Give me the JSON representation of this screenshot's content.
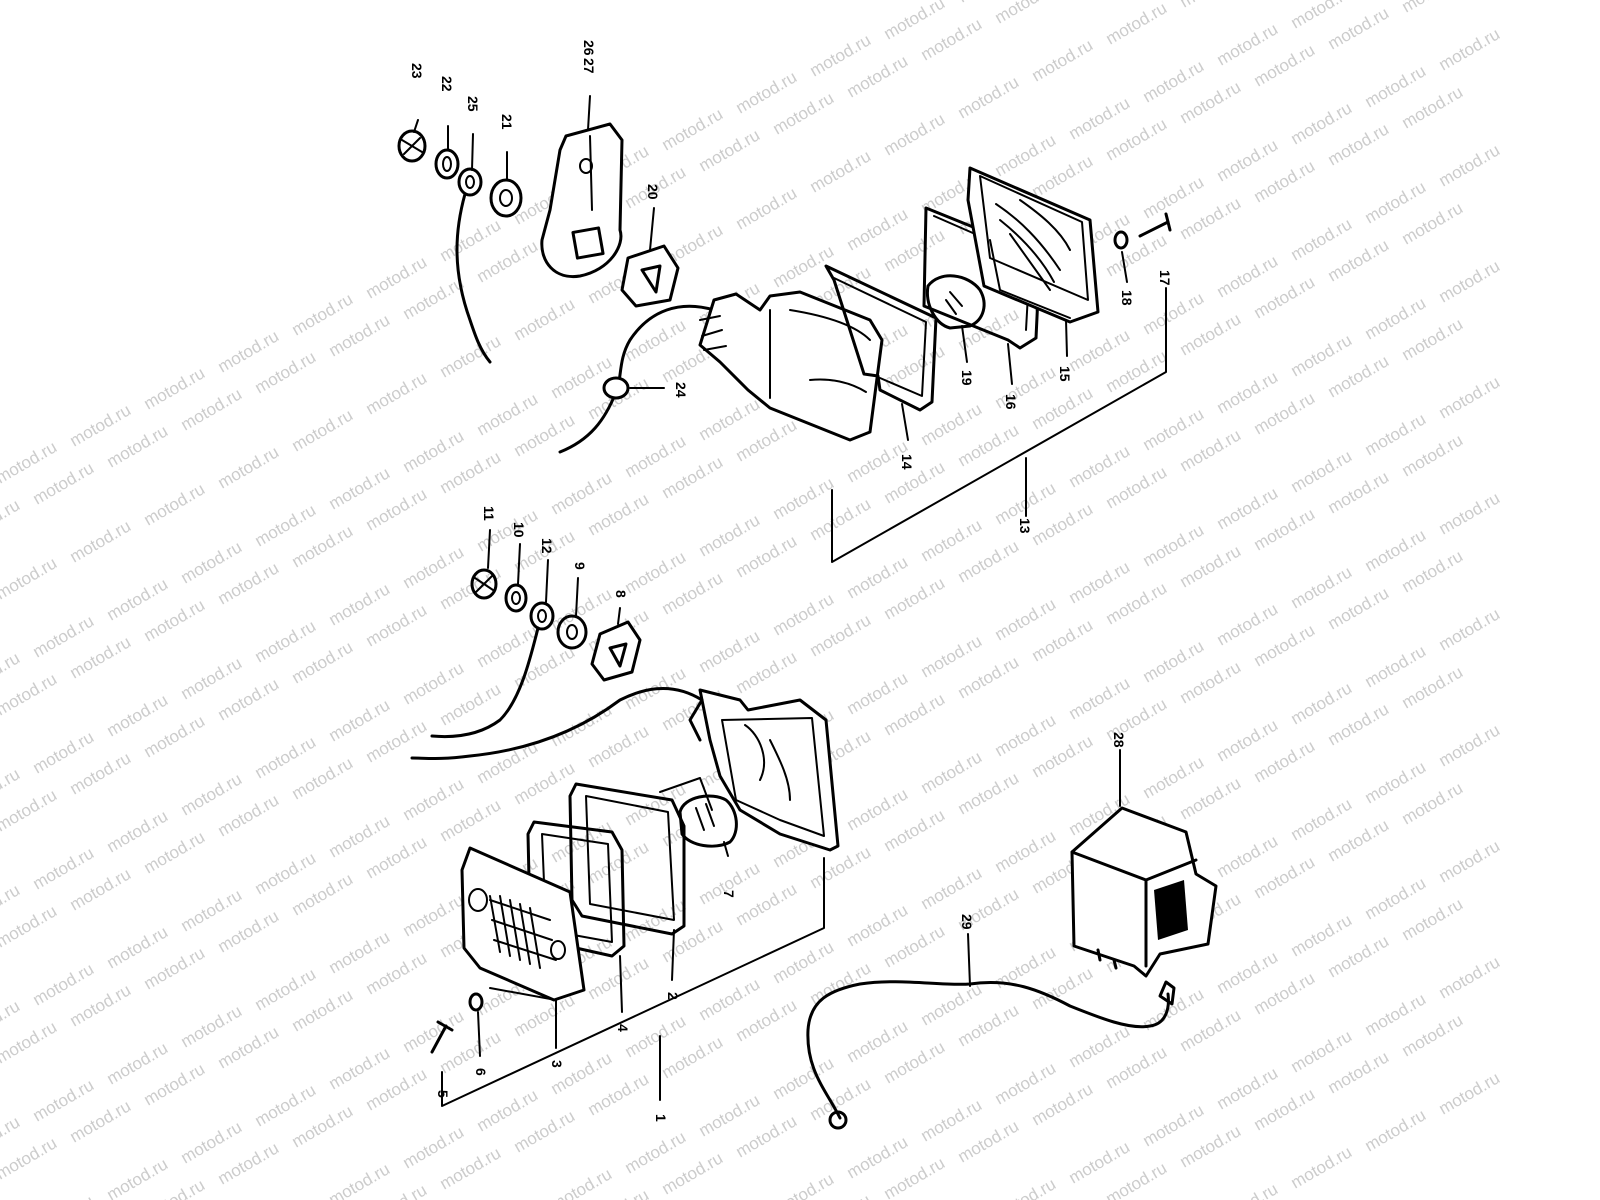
{
  "watermark": {
    "text": "motod.ru"
  },
  "callouts": {
    "c1": "1",
    "c2": "2",
    "c3": "3",
    "c4": "4",
    "c5": "5",
    "c6": "6",
    "c7": "7",
    "c8": "8",
    "c9": "9",
    "c10": "10",
    "c11": "11",
    "c12": "12",
    "c13": "13",
    "c14": "14",
    "c15": "15",
    "c16": "16",
    "c17": "17",
    "c18": "18",
    "c19": "19",
    "c20": "20",
    "c21": "21",
    "c22": "22",
    "c23": "23",
    "c24": "24",
    "c25": "25",
    "c26": "26",
    "c27": "27",
    "c28": "28",
    "c29": "29"
  }
}
